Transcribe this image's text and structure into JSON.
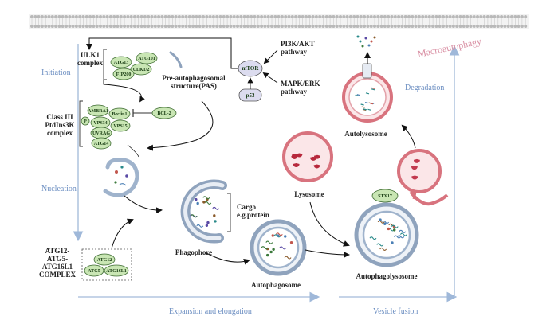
{
  "phases": {
    "initiation": "Initiation",
    "nucleation": "Nucleation",
    "expansion": "Expansion and elongation",
    "vesicle_fusion": "Vesicle fusion",
    "degradation": "Degradation",
    "macroautophagy": "Macroautophagy"
  },
  "complexes": {
    "ulk1": [
      "ULK1",
      "complex"
    ],
    "class3": [
      "Class III",
      "PtdIns3K",
      "complex"
    ],
    "atg12": [
      "ATG12-",
      "ATG5-",
      "ATG16L1",
      "COMPLEX"
    ]
  },
  "proteins": {
    "atg13": "ATG13",
    "atg101": "ATG101",
    "ulk12": "ULK1/2",
    "fip200": "FIP200",
    "ambra1": "AMBRA1",
    "beclin1": "Beclin1",
    "bcl2": "BCL-2",
    "p": "P",
    "vps34": "VPS34",
    "vps15": "VPS15",
    "uvrag": "UVRAG",
    "atg14": "ATG14",
    "atg12": "ATG12",
    "atg5": "ATG5",
    "atg16l1": "ATG16L1",
    "mtor": "mTOR",
    "p53": "p53",
    "stx17": "STX17"
  },
  "pathways": {
    "pi3k": [
      "PI3K/AKT",
      "pathway"
    ],
    "mapk": [
      "MAPK/ERK",
      "pathway"
    ]
  },
  "structures": {
    "pas": [
      "Pre-autophagosomal",
      "structure(PAS)"
    ],
    "cargo": [
      "Cargo",
      "e.g.protein"
    ],
    "phagophore": "Phagophore",
    "autophagosome": "Autophagosome",
    "lysosome": "Lysosome",
    "autophagolysosome": "Autophagolysosome",
    "autolysosome": "Autolysosome"
  },
  "colors": {
    "protein_fill": "#c9e6b4",
    "protein_stroke": "#3c6a30",
    "membrane_blue": "#8fa3bd",
    "lysosome_red": "#d8737e",
    "phase_label": "#6d8fc2",
    "macro_label": "#d98fa3"
  }
}
